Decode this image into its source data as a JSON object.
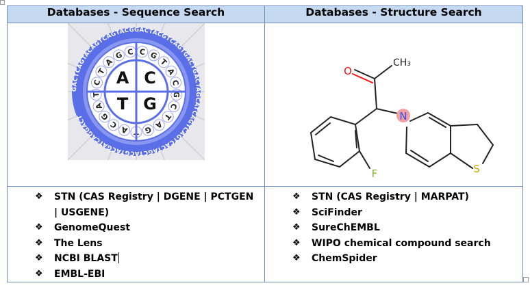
{
  "table": {
    "headers": [
      "Databases - Sequence Search",
      "Databases - Structure Search"
    ],
    "dna_wheel": {
      "center_letters": [
        "A",
        "C",
        "T",
        "G"
      ],
      "ring_letters": [
        "C",
        "G",
        "T",
        "A",
        "C",
        "G",
        "C",
        "T",
        "A",
        "G",
        "T",
        "A",
        "C",
        "G",
        "A",
        "T",
        "C",
        "T",
        "A",
        "G",
        "C"
      ],
      "outer_text": "GACTCAGTACAGTCAGTACGGACTACGTCAGTGACTGACTAGCATCAGTCAGTCACTAGCTACGTACGATCAGGACT",
      "ring_color": "#5a6ee8"
    },
    "molecule": {
      "labels": {
        "methyl": "CH₃",
        "nitrogen": "N",
        "sulfur": "S",
        "fluorine": "F",
        "oxygen": "O"
      },
      "oxygen_color": "#ff0d0d",
      "nitrogen_color": "#3050f8",
      "sulfur_color": "#c8a800",
      "fluorine_color": "#7fb030"
    },
    "sequence_dbs": [
      "STN (CAS Registry | DGENE | PCTGEN | USGENE)",
      "GenomeQuest",
      "The Lens",
      "NCBI BLAST",
      "EMBL-EBI"
    ],
    "structure_dbs": [
      "STN  (CAS Registry | MARPAT)",
      "SciFinder",
      "SureChEMBL",
      "WIPO chemical compound search",
      "ChemSpider"
    ],
    "bullet": "❖"
  }
}
